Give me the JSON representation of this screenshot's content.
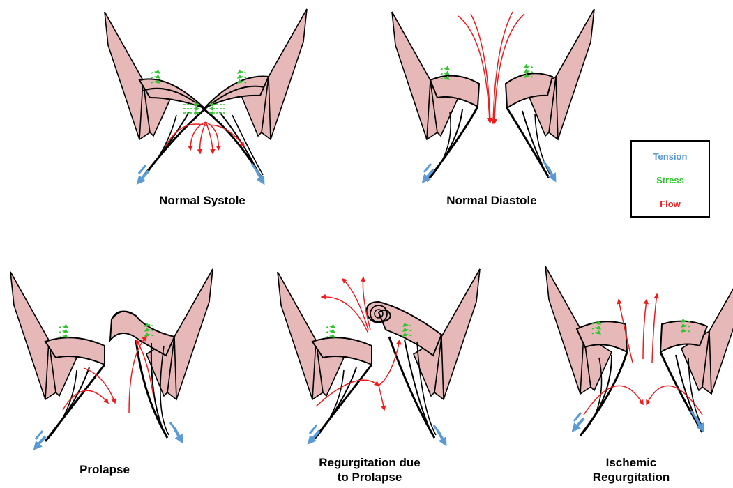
{
  "panels": [
    {
      "id": "normal-systole",
      "caption": [
        "Normal Systole"
      ],
      "leaflets": "closed",
      "flow": "down"
    },
    {
      "id": "normal-diastole",
      "caption": [
        "Normal Diastole"
      ],
      "leaflets": "open",
      "flow": "through"
    },
    {
      "id": "prolapse",
      "caption": [
        "Prolapse"
      ],
      "leaflets": "prolapse",
      "flow": "down"
    },
    {
      "id": "regurgitation-prolapse",
      "caption": [
        "Regurgitation due",
        "to Prolapse"
      ],
      "leaflets": "flail",
      "flow": "up"
    },
    {
      "id": "ischemic-regurgitation",
      "caption": [
        "Ischemic",
        "Regurgitation"
      ],
      "leaflets": "tethered",
      "flow": "up"
    }
  ],
  "legend": {
    "tension": {
      "label": "Tension",
      "color": "#5b9bd5"
    },
    "stress": {
      "label": "Stress",
      "color": "#2ec52e"
    },
    "flow": {
      "label": "Flow",
      "color": "#ee1c1c"
    }
  },
  "colors": {
    "tissue_fill": "#e6b8b7",
    "outline": "#000000"
  }
}
